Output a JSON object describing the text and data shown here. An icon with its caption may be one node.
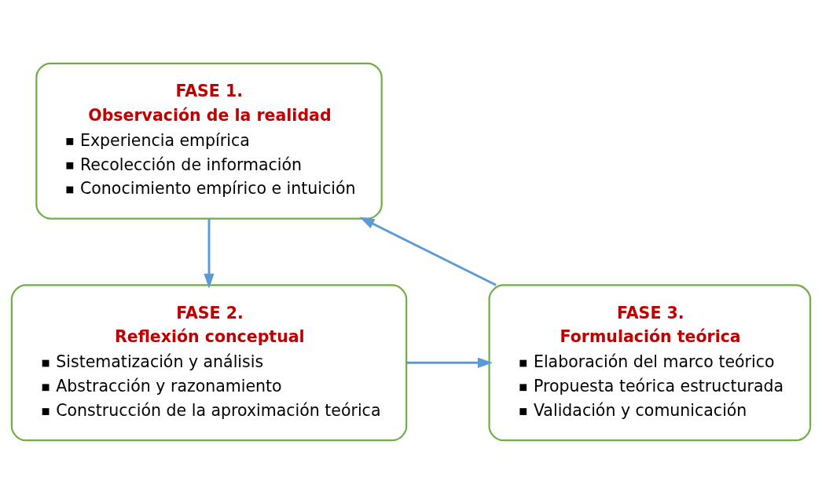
{
  "diagram": {
    "nodes": [
      {
        "text": [
          "FASE 1.",
          "Observación de la realidad",
          "Experiencia empírica",
          "Recolección de información",
          "Conocimiento empírico e intuición"
        ]
      },
      {
        "text": [
          "FASE 2.",
          "Reflexión conceptual",
          "Sistematización y análisis",
          "Abstracción y razonamiento",
          "Construcción de la aproximación teórica"
        ]
      },
      {
        "text": [
          "FASE 3.",
          "Formulación teórica",
          "Elaboración del marco teórico",
          "Propuesta teórica estructurada",
          "Validación y comunicación"
        ]
      }
    ],
    "edges": [
      {
        "from": 0,
        "to": 1,
        "arrow": "to"
      },
      {
        "from": 1,
        "to": 2,
        "arrow": "to"
      },
      {
        "from": 2,
        "to": 0,
        "arrow": "to"
      }
    ]
  }
}
